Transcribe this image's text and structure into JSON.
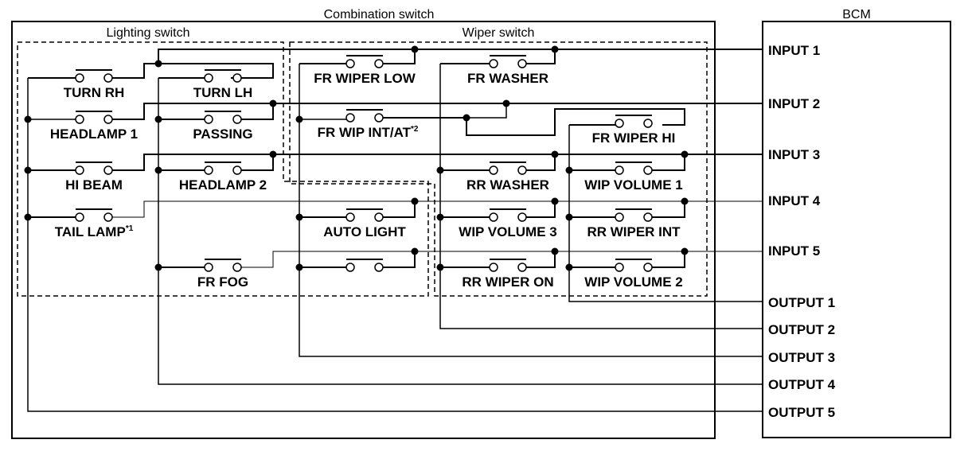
{
  "colors": {
    "line": "#000000",
    "background": "#ffffff"
  },
  "combination_switch": {
    "title": "Combination switch",
    "lighting_switch": {
      "title": "Lighting switch",
      "switches": [
        {
          "id": "turn-rh",
          "label": "TURN RH",
          "note": ""
        },
        {
          "id": "headlamp-1",
          "label": "HEADLAMP 1",
          "note": ""
        },
        {
          "id": "hi-beam",
          "label": "HI BEAM",
          "note": ""
        },
        {
          "id": "tail-lamp",
          "label": "TAIL LAMP",
          "note": "*1"
        },
        {
          "id": "turn-lh",
          "label": "TURN LH",
          "note": ""
        },
        {
          "id": "passing",
          "label": "PASSING",
          "note": ""
        },
        {
          "id": "headlamp-2",
          "label": "HEADLAMP 2",
          "note": ""
        },
        {
          "id": "fr-fog",
          "label": "FR FOG",
          "note": ""
        }
      ]
    },
    "auto_light": {
      "switches": [
        {
          "id": "auto-light",
          "label": "AUTO LIGHT",
          "note": ""
        },
        {
          "id": "unlabeled",
          "label": "",
          "note": ""
        }
      ]
    },
    "wiper_switch": {
      "title": "Wiper switch",
      "switches": [
        {
          "id": "fr-wiper-low",
          "label": "FR WIPER LOW",
          "note": ""
        },
        {
          "id": "fr-wip-int",
          "label": "FR WIP INT/AT",
          "note": "*2"
        },
        {
          "id": "fr-washer",
          "label": "FR WASHER",
          "note": ""
        },
        {
          "id": "rr-washer",
          "label": "RR WASHER",
          "note": ""
        },
        {
          "id": "wip-volume-3",
          "label": "WIP VOLUME 3",
          "note": ""
        },
        {
          "id": "rr-wiper-on",
          "label": "RR WIPER ON",
          "note": ""
        },
        {
          "id": "fr-wiper-hi",
          "label": "FR WIPER HI",
          "note": ""
        },
        {
          "id": "wip-volume-1",
          "label": "WIP VOLUME 1",
          "note": ""
        },
        {
          "id": "rr-wiper-int",
          "label": "RR WIPER INT",
          "note": ""
        },
        {
          "id": "wip-volume-2",
          "label": "WIP VOLUME 2",
          "note": ""
        }
      ]
    }
  },
  "bcm": {
    "title": "BCM",
    "inputs": [
      "INPUT 1",
      "INPUT 2",
      "INPUT 3",
      "INPUT 4",
      "INPUT 5"
    ],
    "outputs": [
      "OUTPUT 1",
      "OUTPUT 2",
      "OUTPUT 3",
      "OUTPUT 4",
      "OUTPUT 5"
    ]
  }
}
